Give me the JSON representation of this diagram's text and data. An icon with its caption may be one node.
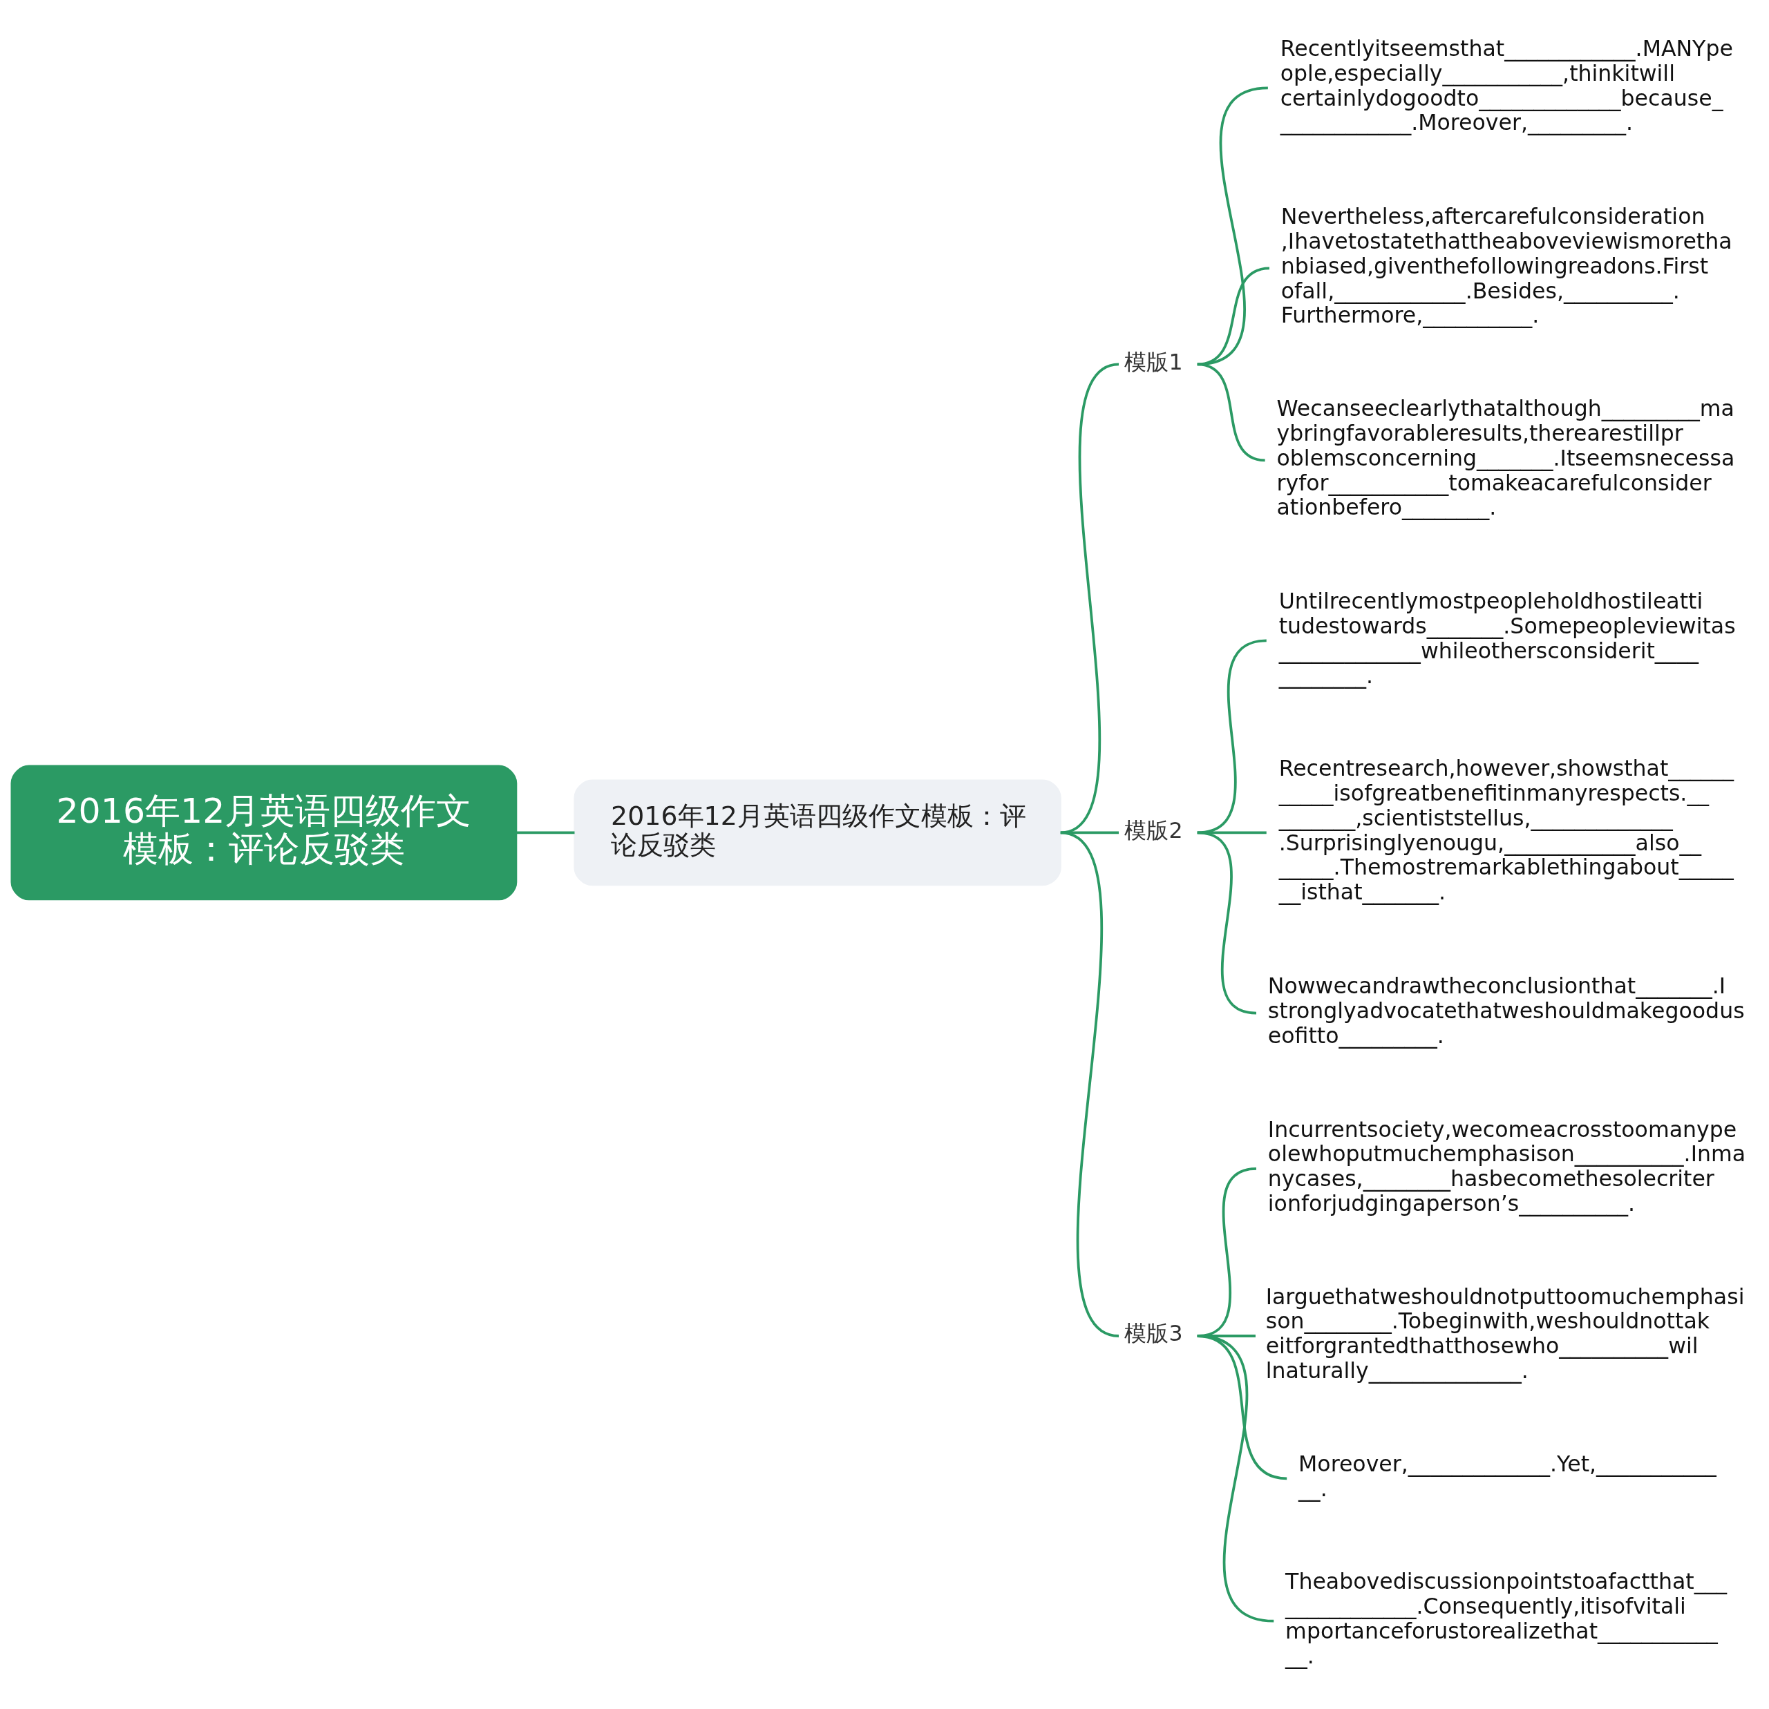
{
  "diagram": {
    "nodes": [
      {
        "text": [
          "2016年12月英语四级作文模板：评论反驳类"
        ]
      },
      {
        "text": [
          "2016年12月英语四级作文模板：评论反驳类"
        ]
      },
      {
        "text": [
          "模版1"
        ]
      },
      {
        "text": [
          "Recentlyitseemsthat____________.MANYpeople,especially___________,thinkitwillcertainlydogoodto_____________because_____________.Moreover,_________."
        ]
      },
      {
        "text": [
          "Nevertheless,aftercarefulconsideration,Ihavetostatethattheaboveviewismorethanbiased,giventhefollowingreadons.Firstofall,____________.Besides,__________.Furthermore,__________."
        ]
      },
      {
        "text": [
          "Wecanseeclearlythatalthough_________maybringfavorableresults,therearestillproblemsconcerning_______.Itseemsnecessaryfor___________tomakeacarefulconsiderationbefero________."
        ]
      },
      {
        "text": [
          "模版2"
        ]
      },
      {
        "text": [
          "Untilrecentlymostpeopleholdhostileattitudestowards_______.Somepeopleviewitas_____________whileothersconsiderit____________."
        ]
      },
      {
        "text": [
          "Recentresearch,however,showsthat___________isofgreatbenefitinmanyrespects._________,scientiststellus,_____________.Surprisinglyenougu,____________also_______.Themostremarkablethingabout_______isthat_______."
        ]
      },
      {
        "text": [
          "Nowwecandrawtheconclusionthat_______.Istronglyadvocatethatweshouldmakegooduseofitto_________."
        ]
      },
      {
        "text": [
          "模版3"
        ]
      },
      {
        "text": [
          "Incurrentsociety,wecomeacrosstoomanypeolewhoputmuchemphasison__________.Inmanycases,________hasbecomethesolecriterionforjudgingaperson’s__________."
        ]
      },
      {
        "text": [
          "Iarguethatweshouldnotputtoomuchemphasison________.Tobeginwith,weshouldnottakeitforgrantedthatthosewho__________willnaturally______________."
        ]
      },
      {
        "text": [
          "Moreover,_____________.Yet,_____________."
        ]
      },
      {
        "text": [
          "Theabovediscussionpointstoafactthat_______________.Consequently,itisofvitalimportanceforustorealizethat_____________."
        ]
      }
    ],
    "edges": [
      {
        "from": 0,
        "to": 1,
        "arrow": "none"
      },
      {
        "from": 1,
        "to": 2,
        "arrow": "none"
      },
      {
        "from": 1,
        "to": 6,
        "arrow": "none"
      },
      {
        "from": 1,
        "to": 10,
        "arrow": "none"
      },
      {
        "from": 2,
        "to": 3,
        "arrow": "none"
      },
      {
        "from": 2,
        "to": 4,
        "arrow": "none"
      },
      {
        "from": 2,
        "to": 5,
        "arrow": "none"
      },
      {
        "from": 6,
        "to": 7,
        "arrow": "none"
      },
      {
        "from": 6,
        "to": 8,
        "arrow": "none"
      },
      {
        "from": 6,
        "to": 9,
        "arrow": "none"
      },
      {
        "from": 10,
        "to": 11,
        "arrow": "none"
      },
      {
        "from": 10,
        "to": 12,
        "arrow": "none"
      },
      {
        "from": 10,
        "to": 13,
        "arrow": "none"
      },
      {
        "from": 10,
        "to": 14,
        "arrow": "none"
      }
    ]
  }
}
